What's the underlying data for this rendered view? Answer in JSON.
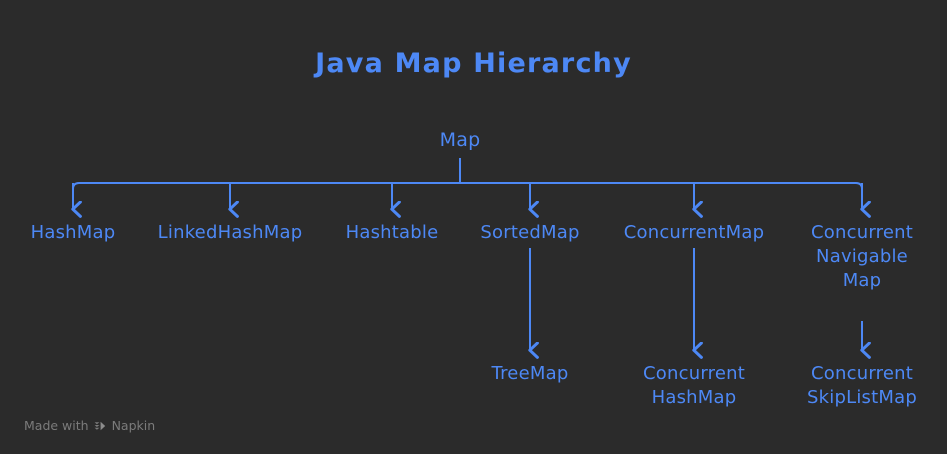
{
  "title": "Java Map Hierarchy",
  "colors": {
    "background": "#2b2b2b",
    "accent": "#4d88f5",
    "edge": "#4d88f5",
    "watermark_text": "#7b7b7b"
  },
  "nodes": {
    "root": {
      "label": "Map"
    },
    "level1": [
      {
        "label": "HashMap"
      },
      {
        "label": "LinkedHashMap"
      },
      {
        "label": "Hashtable"
      },
      {
        "label": "SortedMap"
      },
      {
        "label": "ConcurrentMap"
      },
      {
        "label": "Concurrent\nNavigable\nMap"
      }
    ],
    "level2": [
      {
        "label": "TreeMap"
      },
      {
        "label": "Concurrent\nHashMap"
      },
      {
        "label": "Concurrent\nSkipListMap"
      }
    ]
  },
  "watermark": {
    "prefix": "Made with",
    "brand": "Napkin",
    "logo": "napkin-chevron-logo"
  }
}
